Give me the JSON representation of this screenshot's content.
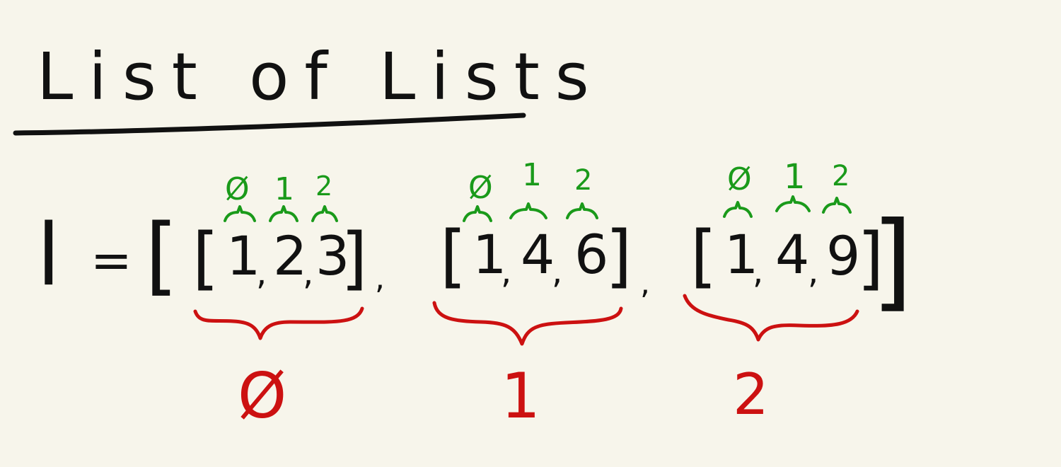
{
  "title": "List of Lists",
  "variable": "l",
  "equals": "=",
  "open_bracket": "[",
  "close_bracket": "]",
  "separator": ",",
  "sublists": [
    {
      "values": [
        "1",
        "2",
        "3"
      ],
      "index": "Ø"
    },
    {
      "values": [
        "1",
        "4",
        "6"
      ],
      "index": "1"
    },
    {
      "values": [
        "1",
        "4",
        "9"
      ],
      "index": "2"
    }
  ],
  "inner_indices": [
    "Ø",
    "1",
    "2"
  ],
  "colors": {
    "background": "#f7f5eb",
    "ink": "#111111",
    "outer_index": "#cc1111",
    "inner_index": "#1a9a1a"
  }
}
